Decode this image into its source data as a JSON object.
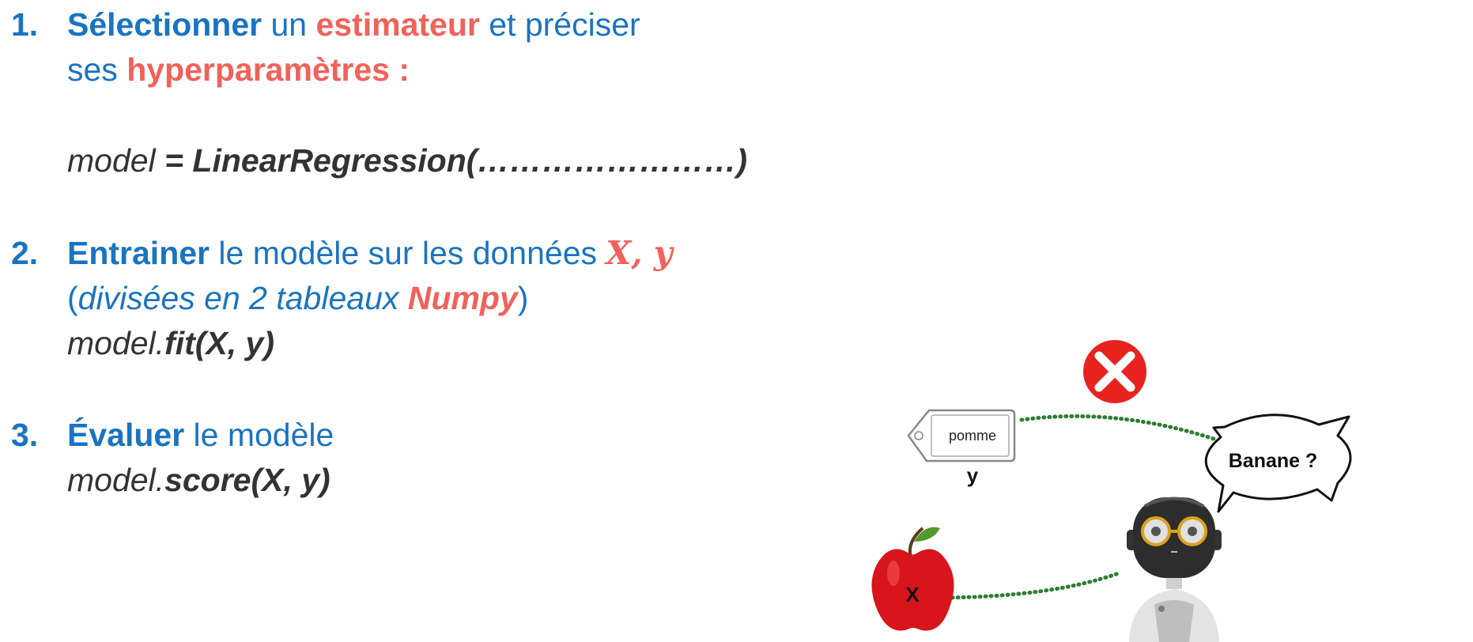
{
  "steps": [
    {
      "number": "1.",
      "line1": {
        "verb": "Sélectionner",
        "text_a": " un ",
        "highlight_a": "estimateur",
        "text_b": " et préciser"
      },
      "line2": {
        "text_a": "ses ",
        "highlight_a": "hyperparamètres :"
      },
      "code": {
        "prefix": "model",
        "eq": " = ",
        "call": "LinearRegression(……………………)"
      }
    },
    {
      "number": "2.",
      "line1": {
        "verb": "Entrainer",
        "text_a": " le modèle sur les données ",
        "vars": "X, y"
      },
      "line2": {
        "open": "(",
        "text_a": "divisées  en 2 tableaux ",
        "highlight_a": "Numpy",
        "close": ")"
      },
      "code": {
        "prefix": "model.",
        "call": "fit(X, y)"
      }
    },
    {
      "number": "3.",
      "line1": {
        "verb": "Évaluer",
        "text_a": " le modèle"
      },
      "code": {
        "prefix": "model.",
        "call": "score(X, y)"
      }
    }
  ],
  "illustration": {
    "tag_text": "pomme",
    "tag_label": "y",
    "apple_label": "X",
    "speech_text": "Banane ?",
    "error_icon": "x-circle-icon",
    "colors": {
      "error_red": "#e8231f",
      "apple_red": "#d8141c",
      "leaf_green": "#4f9a2a",
      "dots_green": "#2e7d32",
      "glasses": "#d9a21b"
    }
  }
}
